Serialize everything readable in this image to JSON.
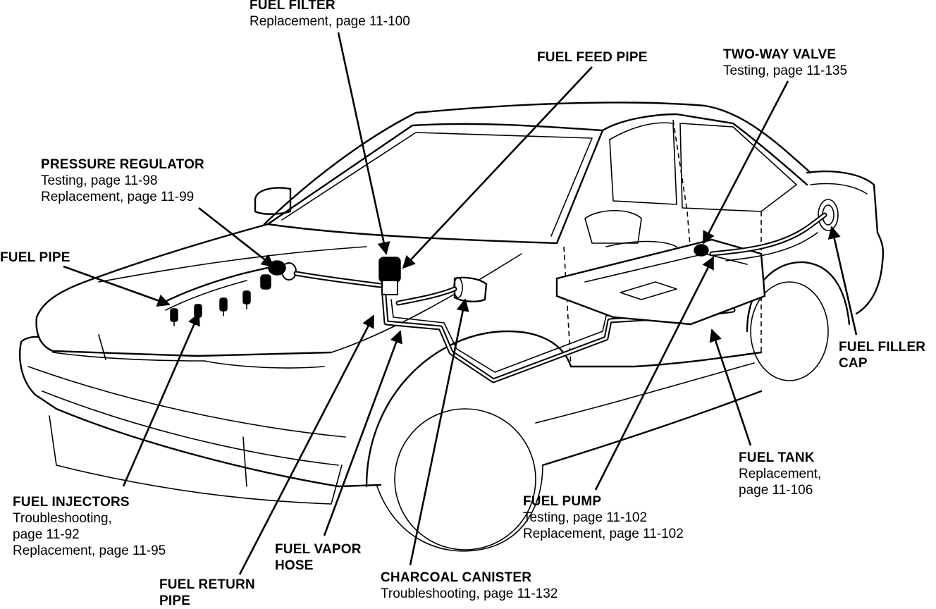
{
  "labels": {
    "fuel_filter": {
      "title": "FUEL FILTER",
      "lines": [
        "Replacement, page 11-100"
      ]
    },
    "fuel_feed_pipe": {
      "title": "FUEL FEED PIPE",
      "lines": []
    },
    "two_way_valve": {
      "title": "TWO-WAY VALVE",
      "lines": [
        "Testing, page 11-135"
      ]
    },
    "pressure_regulator": {
      "title": "PRESSURE REGULATOR",
      "lines": [
        "Testing, page 11-98",
        "Replacement, page 11-99"
      ]
    },
    "fuel_pipe": {
      "title": "FUEL PIPE",
      "lines": []
    },
    "fuel_filler_cap": {
      "title": "FUEL FILLER",
      "lines": [
        "CAP"
      ]
    },
    "fuel_tank": {
      "title": "FUEL TANK",
      "lines": [
        "Replacement,",
        "page 11-106"
      ]
    },
    "fuel_pump": {
      "title": "FUEL PUMP",
      "lines": [
        "Testing, page 11-102",
        "Replacement, page 11-102"
      ]
    },
    "fuel_injectors": {
      "title": "FUEL INJECTORS",
      "lines": [
        "Troubleshooting,",
        "page 11-92",
        "Replacement, page 11-95"
      ]
    },
    "fuel_vapor_hose": {
      "title": "FUEL VAPOR",
      "lines": [
        "HOSE"
      ]
    },
    "charcoal_canister": {
      "title": "CHARCOAL CANISTER",
      "lines": [
        "Troubleshooting, page 11-132"
      ]
    },
    "fuel_return_pipe": {
      "title": "FUEL RETURN",
      "lines": [
        "PIPE"
      ]
    }
  }
}
